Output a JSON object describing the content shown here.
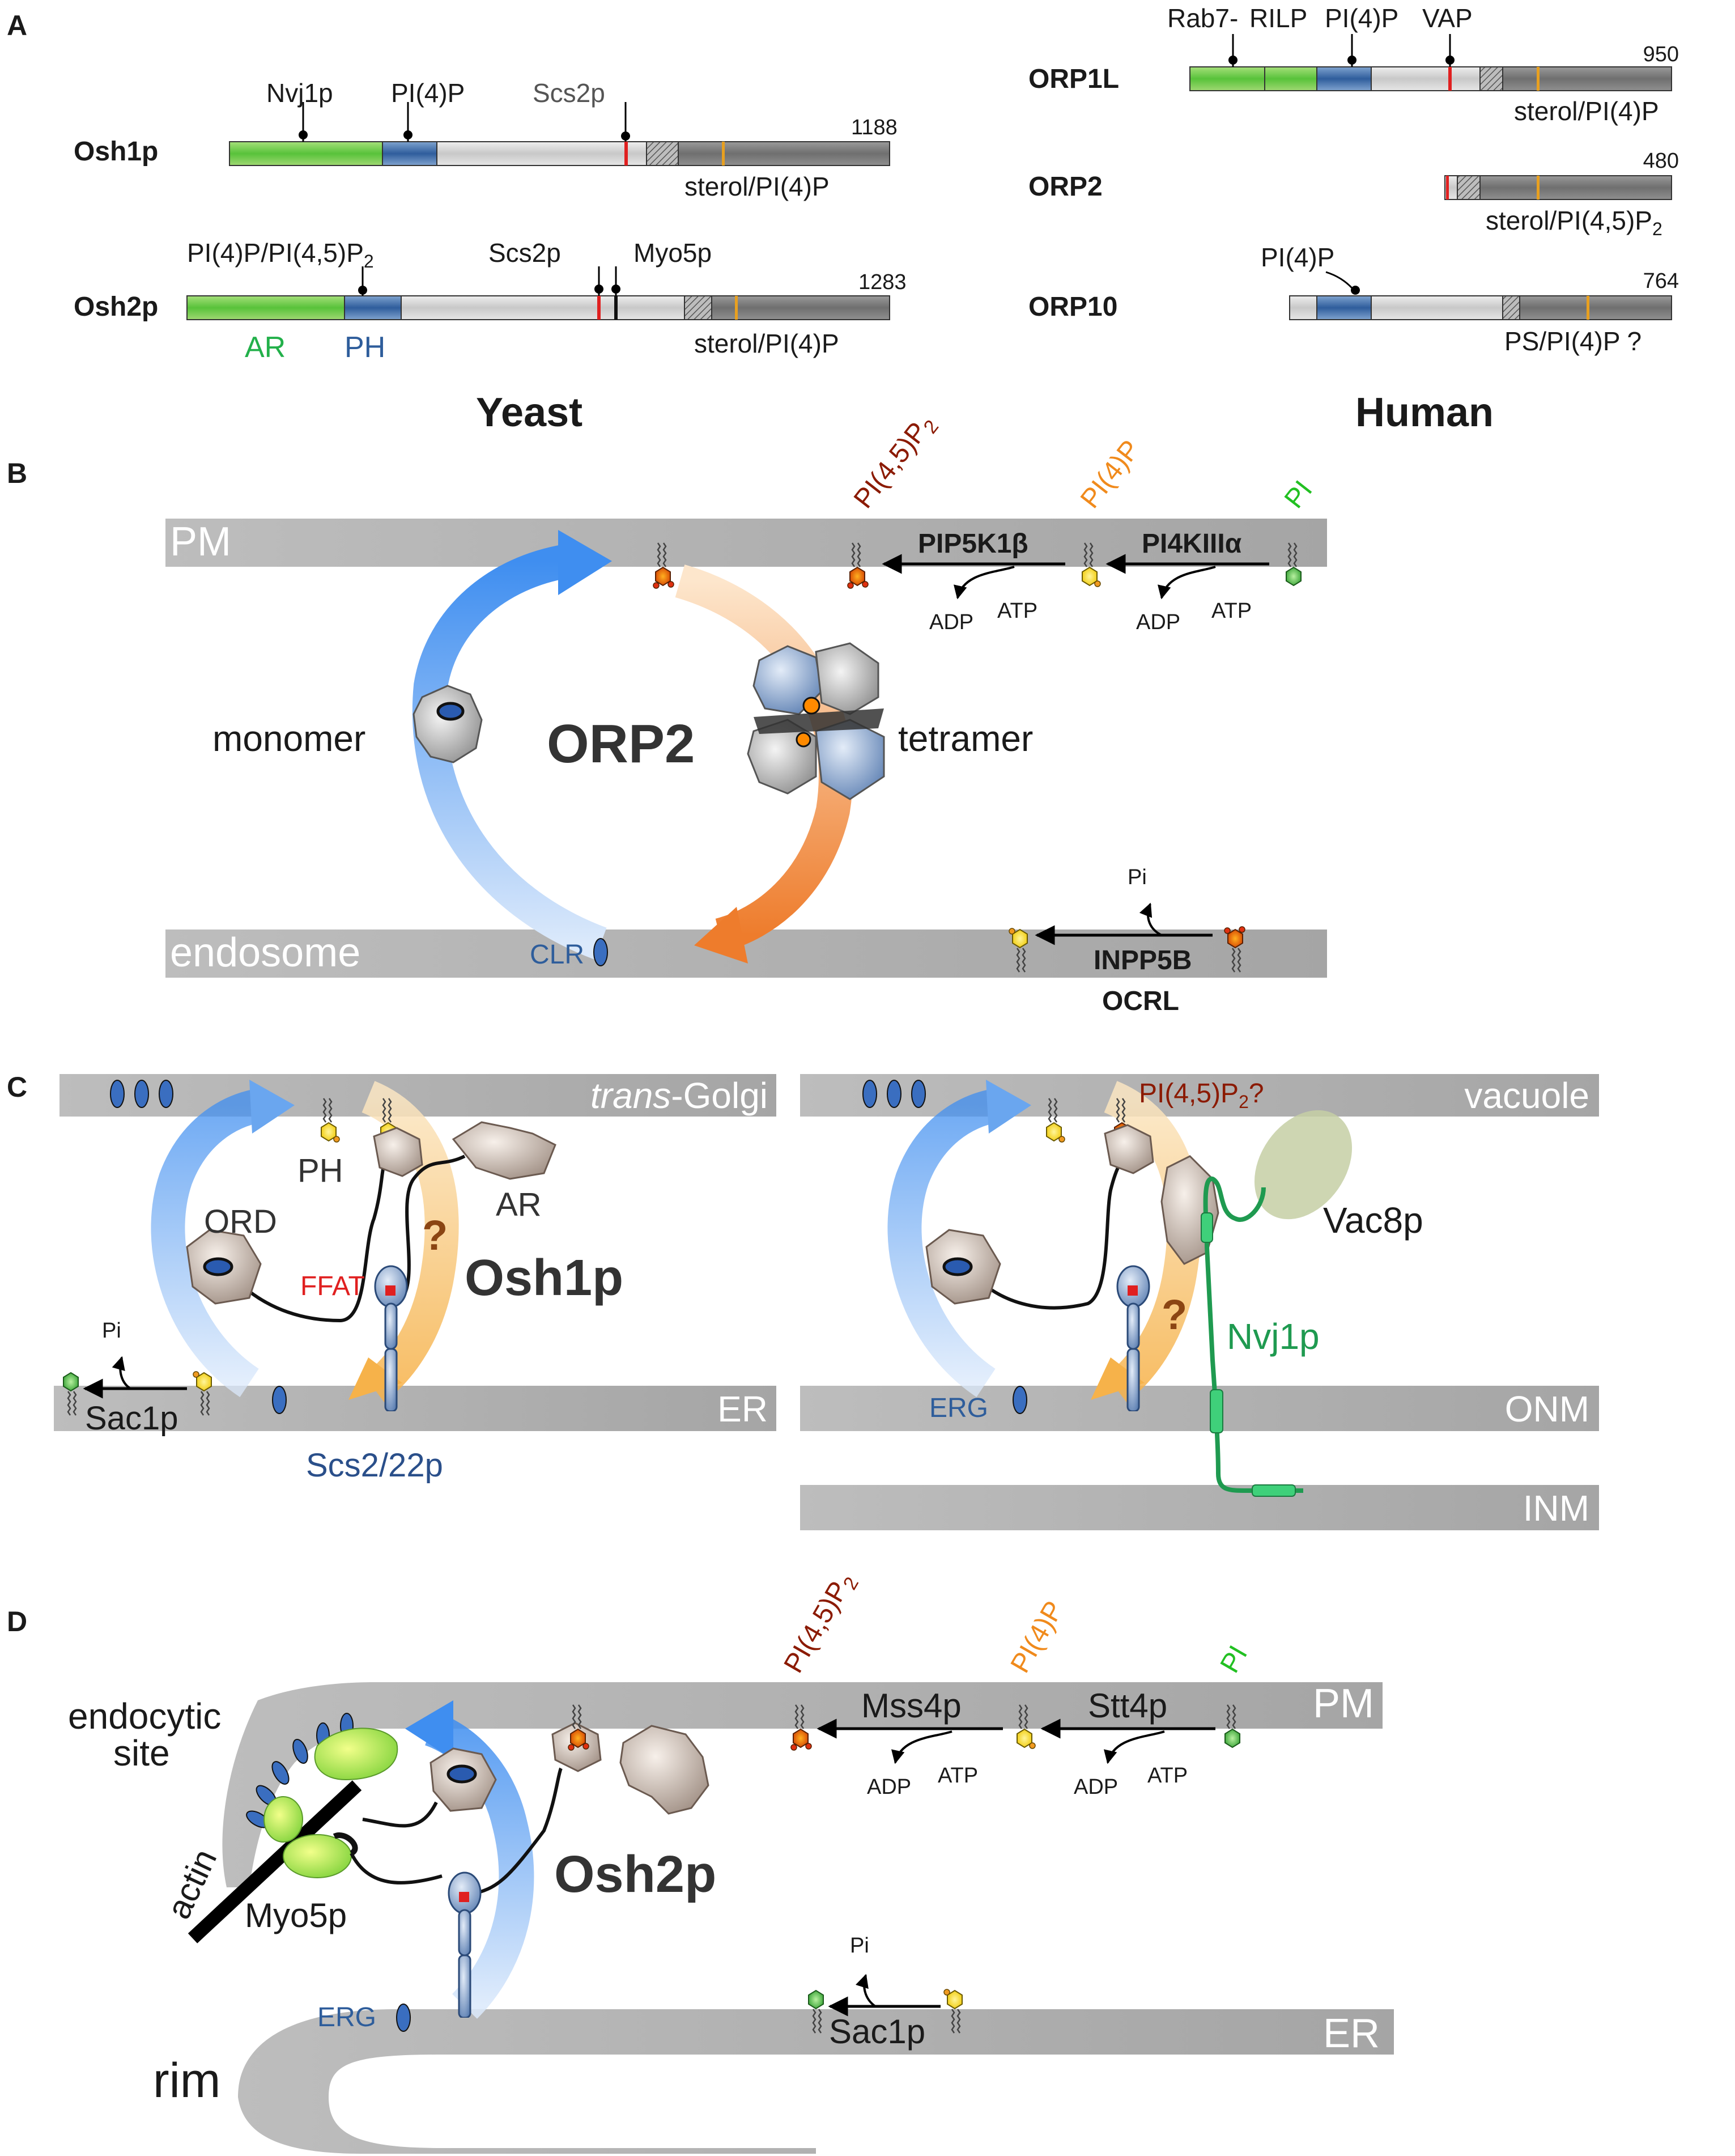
{
  "panels": {
    "A": "A",
    "B": "B",
    "C": "C",
    "D": "D"
  },
  "panelA": {
    "yeast_label": "Yeast",
    "human_label": "Human",
    "legend_ar": "AR",
    "legend_ph": "PH",
    "osh1p": {
      "name": "Osh1p",
      "length": "1188",
      "ann_nvj1p": "Nvj1p",
      "ann_pi4p": "PI(4)P",
      "ann_scs2p": "Scs2p",
      "domain": "sterol/PI(4)P"
    },
    "osh2p": {
      "name": "Osh2p",
      "length": "1283",
      "ann_pip": "PI(4)P/PI(4,5)P",
      "ann_pip_sub": "2",
      "ann_scs2p": "Scs2p",
      "ann_myo5p": "Myo5p",
      "domain": "sterol/PI(4)P"
    },
    "orp1l": {
      "name": "ORP1L",
      "length": "950",
      "ann_rab7": "Rab7-",
      "ann_rilp": "RILP",
      "ann_pi4p": "PI(4)P",
      "ann_vap": "VAP",
      "domain": "sterol/PI(4)P"
    },
    "orp2": {
      "name": "ORP2",
      "length": "480",
      "domain": "sterol/PI(4,5)P",
      "domain_sub": "2"
    },
    "orp10": {
      "name": "ORP10",
      "length": "764",
      "ann_pi4p": "PI(4)P",
      "domain": "PS/PI(4)P ?"
    }
  },
  "panelB": {
    "pm": "PM",
    "endosome": "endosome",
    "center": "ORP2",
    "monomer": "monomer",
    "tetramer": "tetramer",
    "pip2": "PI(4,5)P",
    "pip2_sub": "2",
    "pi4p": "PI(4)P",
    "pi": "PI",
    "kinase1": "PIP5K1β",
    "kinase2": "PI4KIIIα",
    "adp": "ADP",
    "atp": "ATP",
    "clr": "CLR",
    "pi_phosphate": "Pi",
    "phosphatase1": "INPP5B",
    "phosphatase2": "OCRL"
  },
  "panelC": {
    "golgi_italic": "trans",
    "golgi_rest": "-Golgi",
    "er": "ER",
    "ph": "PH",
    "ord": "ORD",
    "ar": "AR",
    "ffat": "FFAT",
    "question": "?",
    "osh1p": "Osh1p",
    "pi_phosphate": "Pi",
    "sac1p": "Sac1p",
    "scs": "Scs2/22p",
    "vacuole": "vacuole",
    "pip2q": "PI(4,5)P",
    "pip2q_sub": "2",
    "pip2q_tail": "?",
    "vac8p": "Vac8p",
    "nvj1p": "Nvj1p",
    "erg": "ERG",
    "onm": "ONM",
    "inm": "INM"
  },
  "panelD": {
    "pm": "PM",
    "endocytic1": "endocytic",
    "endocytic2": "site",
    "pip2": "PI(4,5)P",
    "pip2_sub": "2",
    "pi4p": "PI(4)P",
    "pi": "PI",
    "kinase1": "Mss4p",
    "kinase2": "Stt4p",
    "adp": "ADP",
    "atp": "ATP",
    "actin": "actin",
    "myo5p": "Myo5p",
    "osh2p": "Osh2p",
    "erg": "ERG",
    "er": "ER",
    "rim": "rim",
    "pi_phosphate": "Pi",
    "sac1p": "Sac1p"
  },
  "colors": {
    "ar_green": "#22b04a",
    "ph_blue": "#2e5d9b",
    "pip2_red": "#8b1a00",
    "pi4p_orange": "#f08a1c",
    "pi_green": "#22c022",
    "ffat_red": "#e02020",
    "nvj_green": "#1f9a50",
    "scs_blue": "#2a4f8a"
  }
}
